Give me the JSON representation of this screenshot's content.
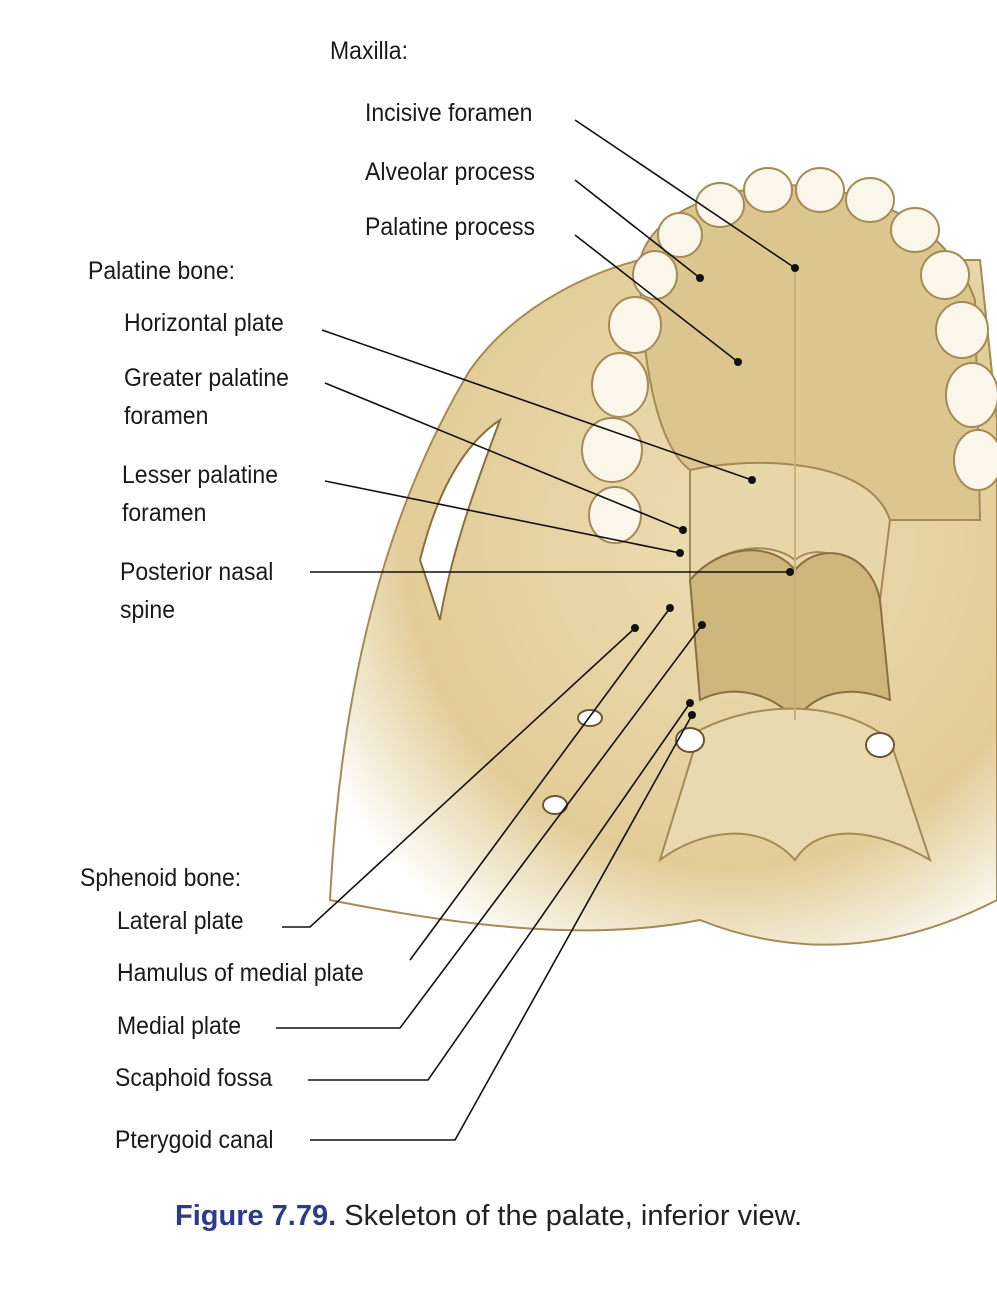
{
  "figure": {
    "number": "Figure 7.79.",
    "caption": "Skeleton of the palate, inferior view."
  },
  "groups": {
    "maxilla": {
      "heading": "Maxilla:",
      "labels": [
        "Incisive foramen",
        "Alveolar process",
        "Palatine process"
      ]
    },
    "palatine": {
      "heading": "Palatine bone:",
      "labels": [
        "Horizontal plate",
        "Greater palatine",
        "foramen",
        "Lesser palatine",
        "foramen",
        "Posterior nasal",
        "spine"
      ]
    },
    "sphenoid": {
      "heading": "Sphenoid bone:",
      "labels": [
        "Lateral plate",
        "Hamulus of medial plate",
        "Medial plate",
        "Scaphoid fossa",
        "Pterygoid canal"
      ]
    }
  },
  "colors": {
    "bone": "#e9d9ae",
    "bone_shadow": "#c9b07a",
    "teeth": "#faf6ea",
    "caption_accent": "#2b3a8c"
  }
}
